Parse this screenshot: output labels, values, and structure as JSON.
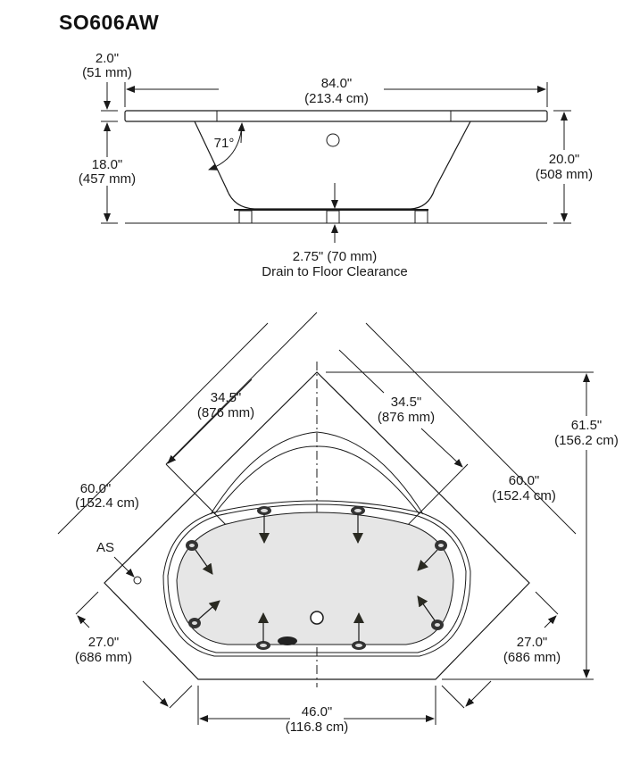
{
  "model": "SO606AW",
  "side_view": {
    "rim_thickness": {
      "in": "2.0\"",
      "mm": "(51 mm)"
    },
    "length": {
      "in": "84.0\"",
      "mm": "(213.4 cm)"
    },
    "depth": {
      "in": "18.0\"",
      "mm": "(457 mm)"
    },
    "height": {
      "in": "20.0\"",
      "mm": "(508 mm)"
    },
    "wall_angle": "71°",
    "drain_clearance": {
      "value": "2.75\" (70 mm)",
      "label": "Drain to Floor Clearance"
    }
  },
  "plan_view": {
    "left_side": {
      "in": "60.0\"",
      "mm": "(152.4 cm)"
    },
    "right_side": {
      "in": "60.0\"",
      "mm": "(152.4 cm)"
    },
    "left_corner": {
      "in": "34.5\"",
      "mm": "(876 mm)"
    },
    "right_corner": {
      "in": "34.5\"",
      "mm": "(876 mm)"
    },
    "overall_depth": {
      "in": "61.5\"",
      "mm": "(156.2 cm)"
    },
    "front": {
      "in": "46.0\"",
      "mm": "(116.8 cm)"
    },
    "left_angle": {
      "in": "27.0\"",
      "mm": "(686 mm)"
    },
    "right_angle": {
      "in": "27.0\"",
      "mm": "(686 mm)"
    },
    "as_label": "AS"
  },
  "colors": {
    "basin": "#e6e6e6",
    "line": "#1a1a1a"
  }
}
